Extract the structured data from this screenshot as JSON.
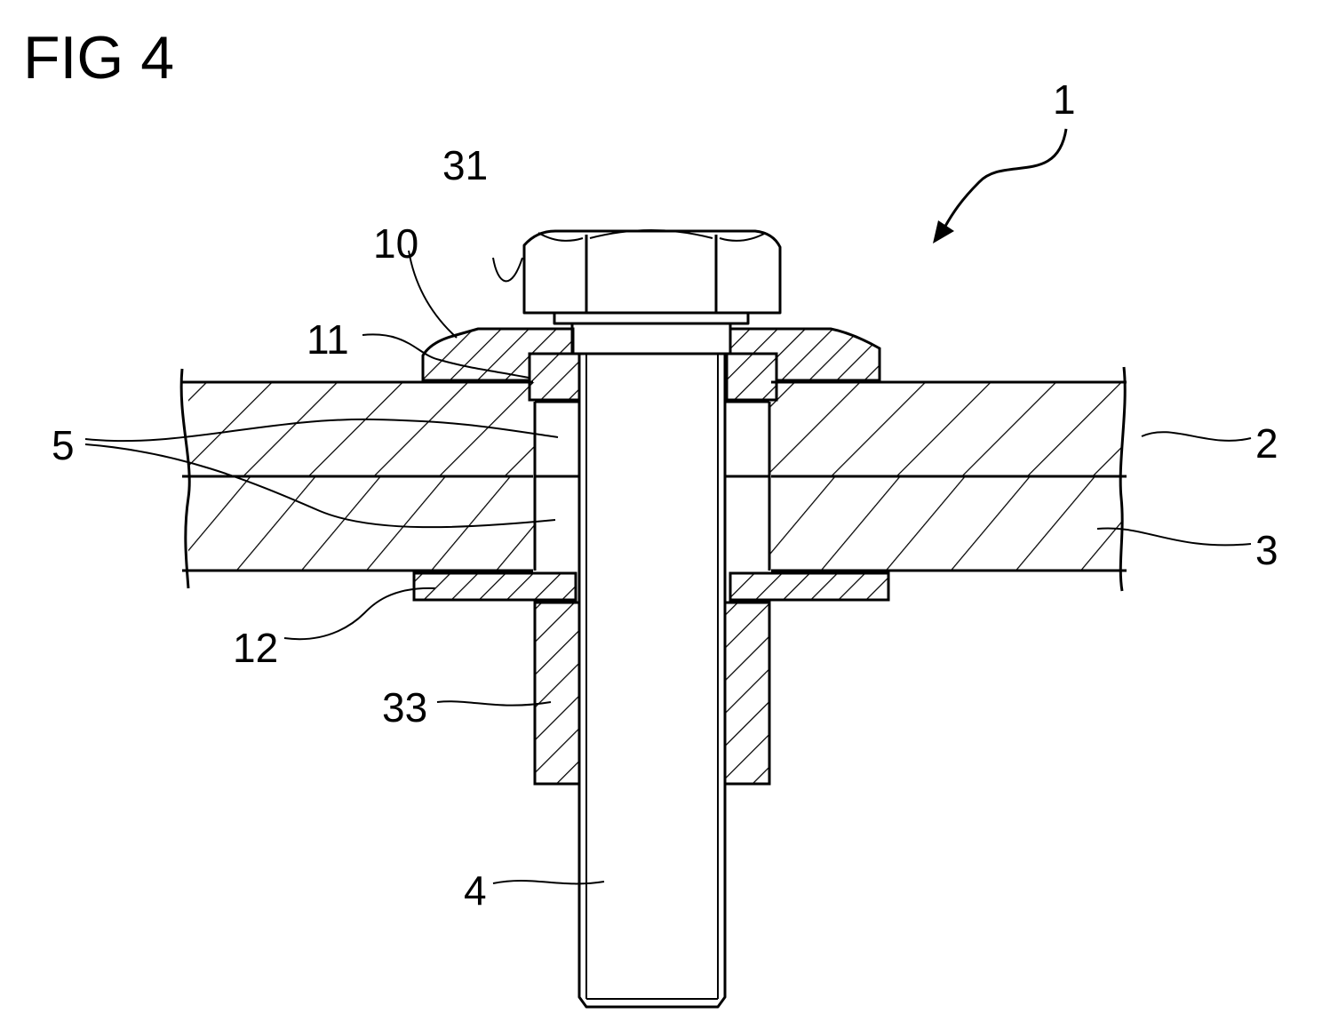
{
  "figure": {
    "title": "FIG 4",
    "labels": {
      "assembly": "1",
      "plate_upper": "2",
      "plate_lower": "3",
      "bolt": "4",
      "bore": "5",
      "washer_top": "10",
      "insert_top": "11",
      "washer_bottom": "12",
      "bolt_head": "31",
      "nut": "33"
    }
  }
}
